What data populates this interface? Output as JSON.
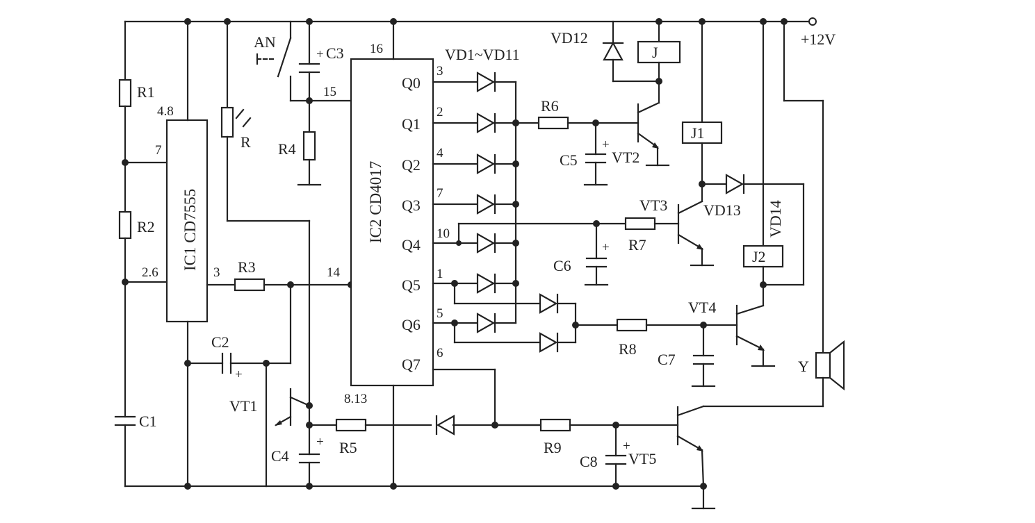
{
  "supply": {
    "label": "+12V"
  },
  "ic1": {
    "name": "IC1 CD7555",
    "pins": {
      "top": "4.8",
      "left1": "7",
      "left2": "2.6",
      "out": "3"
    }
  },
  "ic2": {
    "name": "IC2 CD4017",
    "pins": {
      "vdd": "16",
      "reset": "15",
      "clk": "14",
      "gnd": "8.13"
    },
    "outputs": [
      {
        "name": "Q0",
        "pin": "3"
      },
      {
        "name": "Q1",
        "pin": "2"
      },
      {
        "name": "Q2",
        "pin": "4"
      },
      {
        "name": "Q3",
        "pin": "7"
      },
      {
        "name": "Q4",
        "pin": "10"
      },
      {
        "name": "Q5",
        "pin": "1"
      },
      {
        "name": "Q6",
        "pin": "5"
      },
      {
        "name": "Q7",
        "pin": "6"
      }
    ]
  },
  "resistors": {
    "r1": "R1",
    "r2": "R2",
    "r3": "R3",
    "r4": "R4",
    "r5": "R5",
    "r6": "R6",
    "r7": "R7",
    "r8": "R8",
    "r9": "R9",
    "photo": "R"
  },
  "capacitors": {
    "c1": "C1",
    "c2": "C2",
    "c3": "C3",
    "c4": "C4",
    "c5": "C5",
    "c6": "C6",
    "c7": "C7",
    "c8": "C8"
  },
  "transistors": {
    "vt1": "VT1",
    "vt2": "VT2",
    "vt3": "VT3",
    "vt4": "VT4",
    "vt5": "VT5"
  },
  "diodes": {
    "group": "VD1~VD11",
    "vd12": "VD12",
    "vd13": "VD13",
    "vd14": "VD14"
  },
  "relays": {
    "j": "J",
    "j1": "J1",
    "j2": "J2"
  },
  "switch": {
    "label": "AN"
  },
  "speaker": {
    "label": "Y"
  },
  "polarity": {
    "plus": "+"
  }
}
